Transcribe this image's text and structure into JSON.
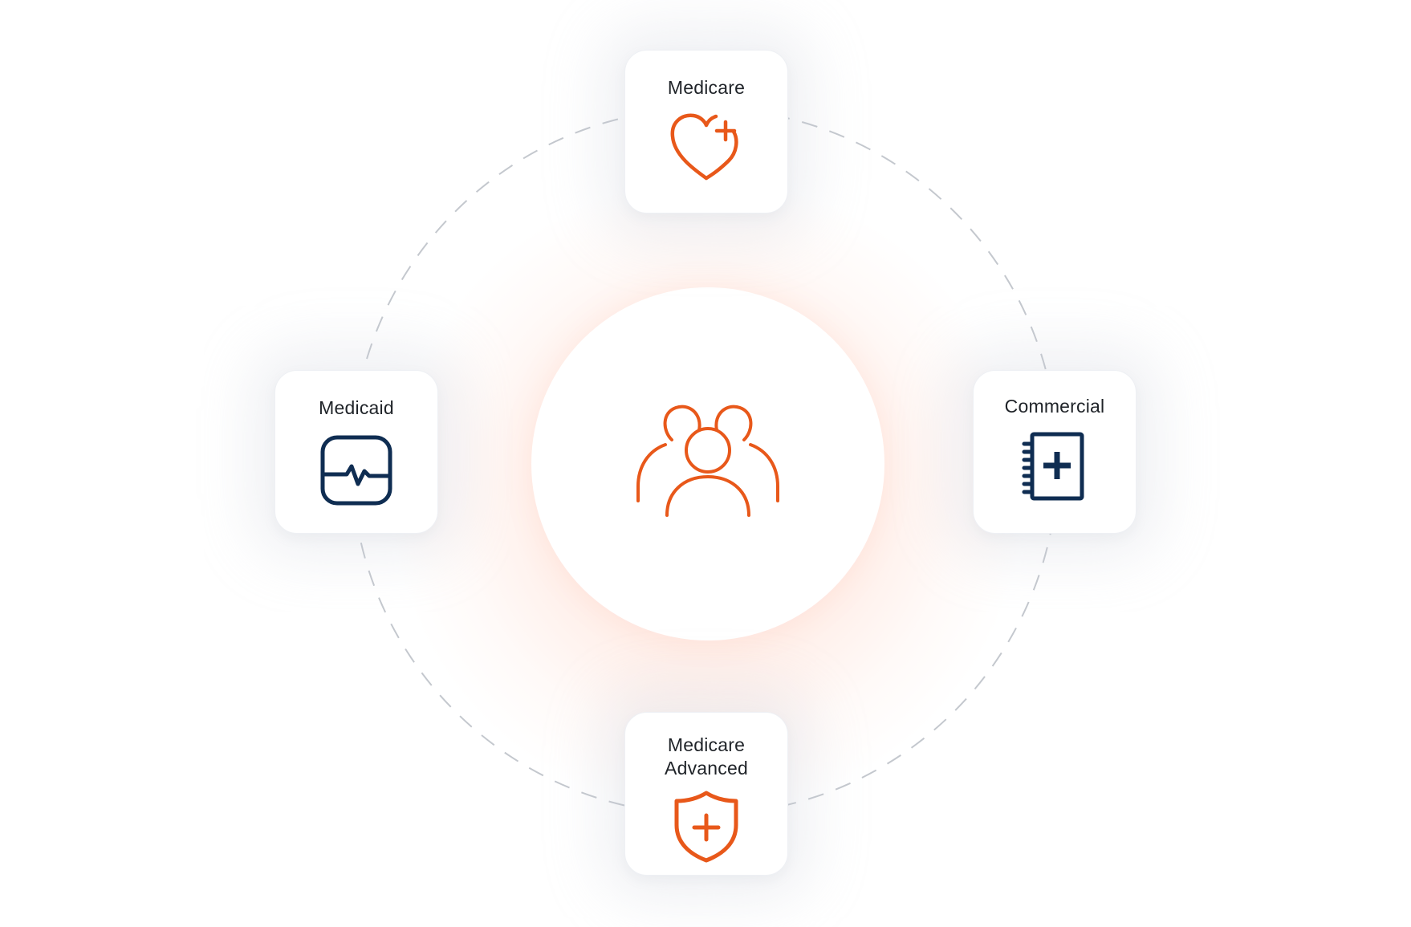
{
  "diagram": {
    "center": {
      "icon": "people-group-icon"
    },
    "cards": {
      "top": {
        "label": "Medicare",
        "icon": "heart-plus-icon"
      },
      "left": {
        "label": "Medicaid",
        "icon": "pulse-monitor-icon"
      },
      "right": {
        "label": "Commercial",
        "icon": "medical-notebook-icon"
      },
      "bottom": {
        "label": "Medicare\nAdvanced",
        "icon": "shield-plus-icon"
      }
    },
    "colors": {
      "accent": "#E8581A",
      "navy": "#0F2D52",
      "orbit": "#C4C8CE"
    }
  }
}
